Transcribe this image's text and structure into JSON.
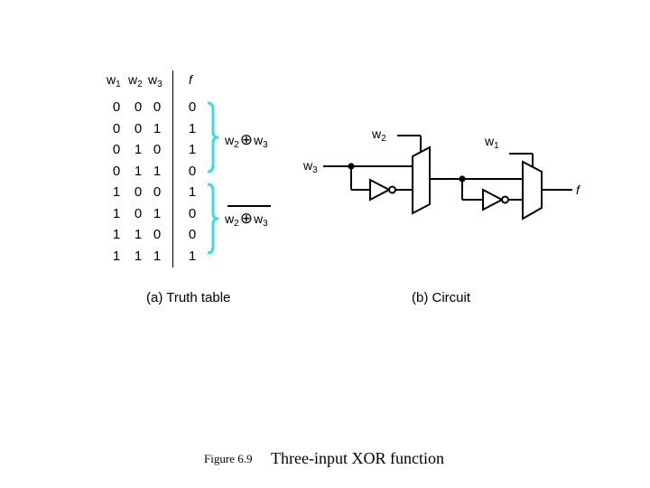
{
  "truth_table": {
    "headers": {
      "w1": "w",
      "w1_sub": "1",
      "w2": "w",
      "w2_sub": "2",
      "w3": "w",
      "w3_sub": "3",
      "f": "f"
    },
    "rows": [
      [
        "0",
        "0",
        "0",
        "0"
      ],
      [
        "0",
        "0",
        "1",
        "1"
      ],
      [
        "0",
        "1",
        "0",
        "1"
      ],
      [
        "0",
        "1",
        "1",
        "0"
      ],
      [
        "1",
        "0",
        "0",
        "1"
      ],
      [
        "1",
        "0",
        "1",
        "0"
      ],
      [
        "1",
        "1",
        "0",
        "0"
      ],
      [
        "1",
        "1",
        "1",
        "1"
      ]
    ],
    "caption": "(a) Truth table",
    "annotation_xor": {
      "var_a": "w",
      "sub_a": "2",
      "op": "⊕",
      "var_b": "w",
      "sub_b": "3"
    },
    "annotation_xnor": {
      "var_a": "w",
      "sub_a": "2",
      "op": "⊕",
      "var_b": "w",
      "sub_b": "3"
    }
  },
  "circuit": {
    "labels": {
      "w2": "w",
      "w2_sub": "2",
      "w3": "w",
      "w3_sub": "3",
      "w1": "w",
      "w1_sub": "1",
      "f": "f"
    },
    "caption": "(b) Circuit"
  },
  "figure": {
    "number": "Figure 6.9",
    "title": "Three-input XOR function"
  },
  "colors": {
    "brace": "#35e0e0",
    "line": "#000000"
  }
}
